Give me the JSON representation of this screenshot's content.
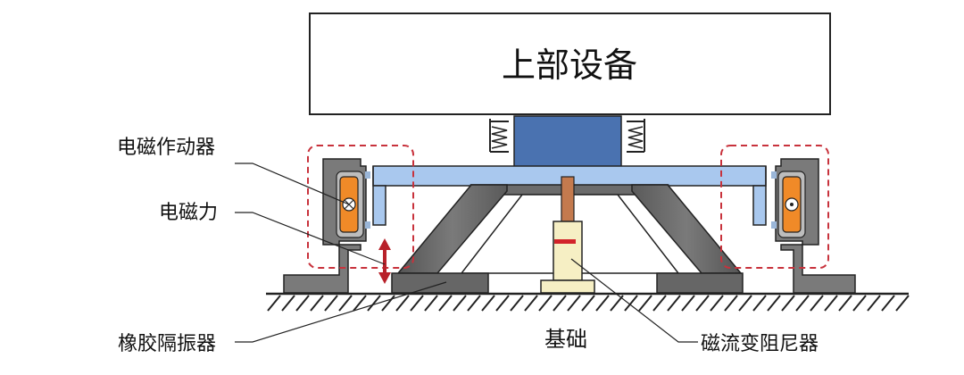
{
  "labels": {
    "upper_equipment": "上部设备",
    "em_actuator": "电磁作动器",
    "em_force": "电磁力",
    "rubber_isolator": "橡胶隔振器",
    "foundation": "基础",
    "mr_damper": "磁流变阻尼器"
  },
  "colors": {
    "blue_beam": "#a9c8ee",
    "blue_block": "#4a72b0",
    "gray_dark": "#6b6b6b",
    "gray_mid": "#8a8a8a",
    "orange_coil": "#f08a28",
    "red": "#d2232a",
    "dashed_red": "#c8323c",
    "rod": "#c47a4e",
    "damper_body": "#f6efc4"
  }
}
